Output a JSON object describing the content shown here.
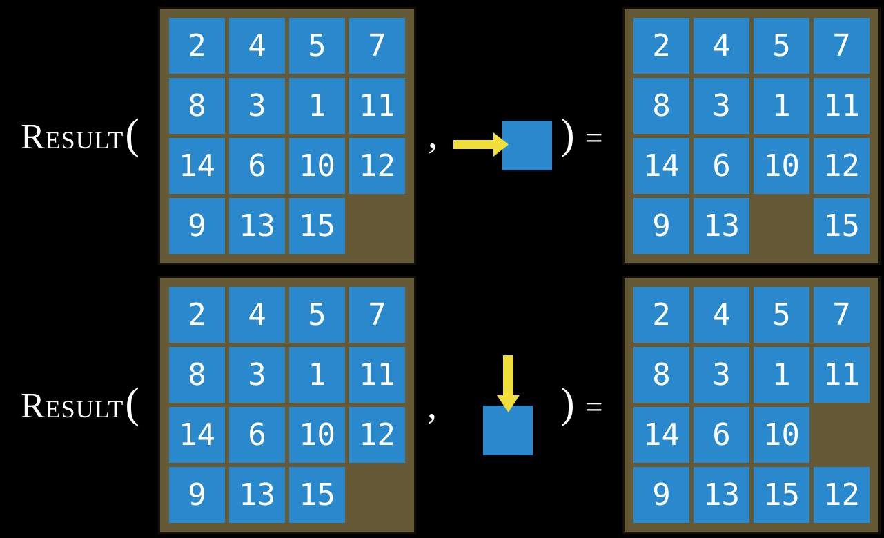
{
  "figure": {
    "background": "#000000",
    "function_name": "Result",
    "open_paren": "(",
    "comma": ",",
    "close_paren": ")",
    "equals_sign": "="
  },
  "colors": {
    "background": "#000000",
    "tile_blue": "#2a88cd",
    "board_brown": "#655834",
    "board_border": "#14100a",
    "arrow_yellow": "#f0df3a",
    "number_white": "#ffffff"
  },
  "examples": [
    {
      "id": "slide-right",
      "action_direction": "right",
      "action_icon": "yellow-right-arrow-into-blue-tile",
      "input_board": [
        [
          "2",
          "4",
          "5",
          "7"
        ],
        [
          "8",
          "3",
          "1",
          "11"
        ],
        [
          "14",
          "6",
          "10",
          "12"
        ],
        [
          "9",
          "13",
          "15",
          ""
        ]
      ],
      "output_board": [
        [
          "2",
          "4",
          "5",
          "7"
        ],
        [
          "8",
          "3",
          "1",
          "11"
        ],
        [
          "14",
          "6",
          "10",
          "12"
        ],
        [
          "9",
          "13",
          "",
          "15"
        ]
      ]
    },
    {
      "id": "slide-down",
      "action_direction": "down",
      "action_icon": "yellow-down-arrow-into-blue-tile",
      "input_board": [
        [
          "2",
          "4",
          "5",
          "7"
        ],
        [
          "8",
          "3",
          "1",
          "11"
        ],
        [
          "14",
          "6",
          "10",
          "12"
        ],
        [
          "9",
          "13",
          "15",
          ""
        ]
      ],
      "output_board": [
        [
          "2",
          "4",
          "5",
          "7"
        ],
        [
          "8",
          "3",
          "1",
          "11"
        ],
        [
          "14",
          "6",
          "10",
          ""
        ],
        [
          "9",
          "13",
          "15",
          "12"
        ]
      ]
    }
  ]
}
